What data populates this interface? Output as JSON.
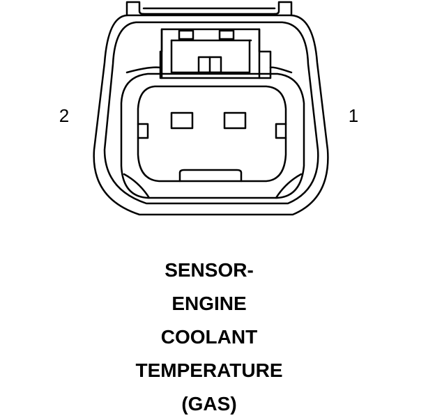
{
  "pins": {
    "left_label": "2",
    "right_label": "1"
  },
  "caption": {
    "lines": [
      "SENSOR-",
      "ENGINE",
      "COOLANT",
      "TEMPERATURE",
      "(GAS)"
    ]
  },
  "colors": {
    "line": "#000000",
    "background": "#ffffff"
  }
}
